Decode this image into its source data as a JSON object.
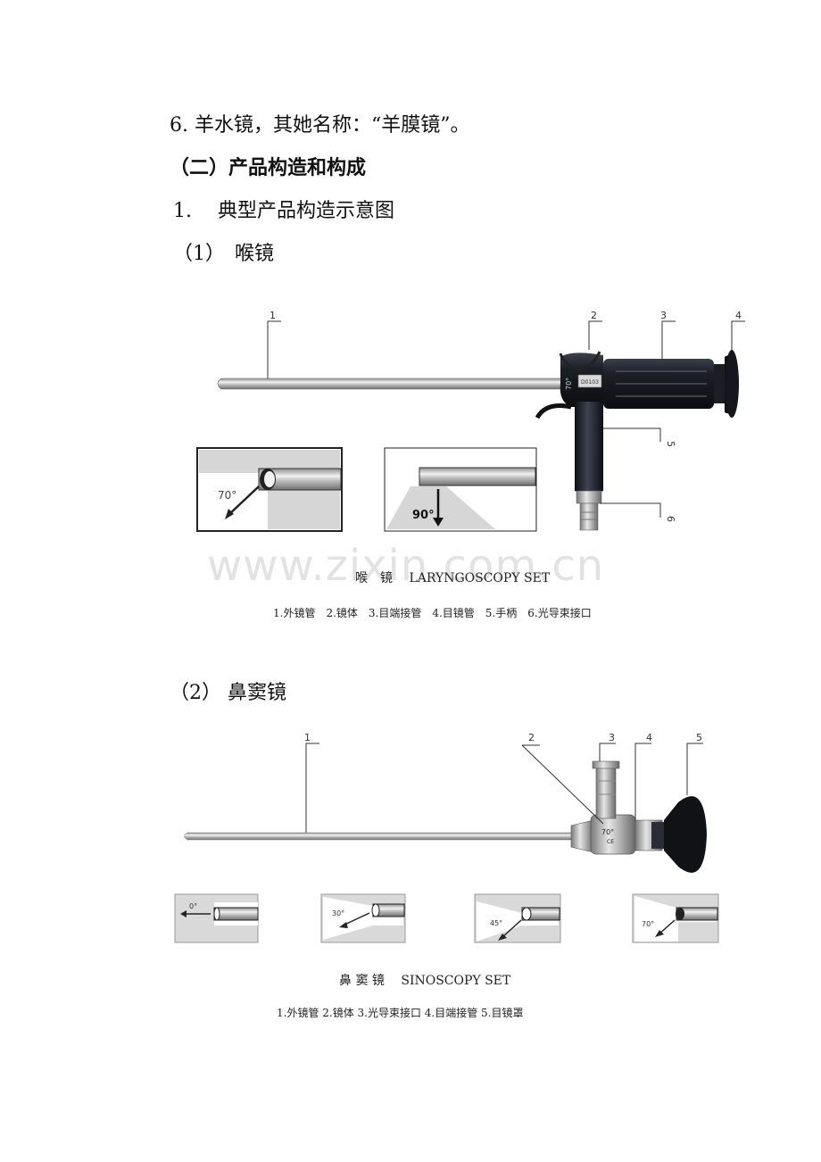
{
  "text": {
    "line1": "6. 羊水镜，其她名称：“羊膜镜”。",
    "section": "（二）产品构造和构成",
    "sub1": "1.　 典型产品构造示意图",
    "sub_lar": "（1）　喉镜",
    "sub_sin": "（2）  鼻窦镜"
  },
  "laryngoscope": {
    "labels": [
      "1",
      "2",
      "3",
      "4",
      "5",
      "6"
    ],
    "caption": "喉　镜　 LARYNGOSCOPY SET",
    "legend": "1.外镜管　2.镜体　3.目端接管　4.目镜管　5.手柄　6.光导束接口",
    "angles": [
      "70°",
      "90°"
    ],
    "engraving": [
      "70°",
      "D0103"
    ]
  },
  "sinoscope": {
    "labels": [
      "1",
      "2",
      "3",
      "4",
      "5"
    ],
    "caption": "鼻 窦 镜　 SINOSCOPY SET",
    "legend": "1.外镜管 2.镜体 3.光导束接口 4.目端接管 5.目镜罩",
    "angles": [
      "0°",
      "30°",
      "45°",
      "70°"
    ],
    "engraving": [
      "70°",
      "CE"
    ]
  },
  "watermark": "www.zixin.com.cn"
}
